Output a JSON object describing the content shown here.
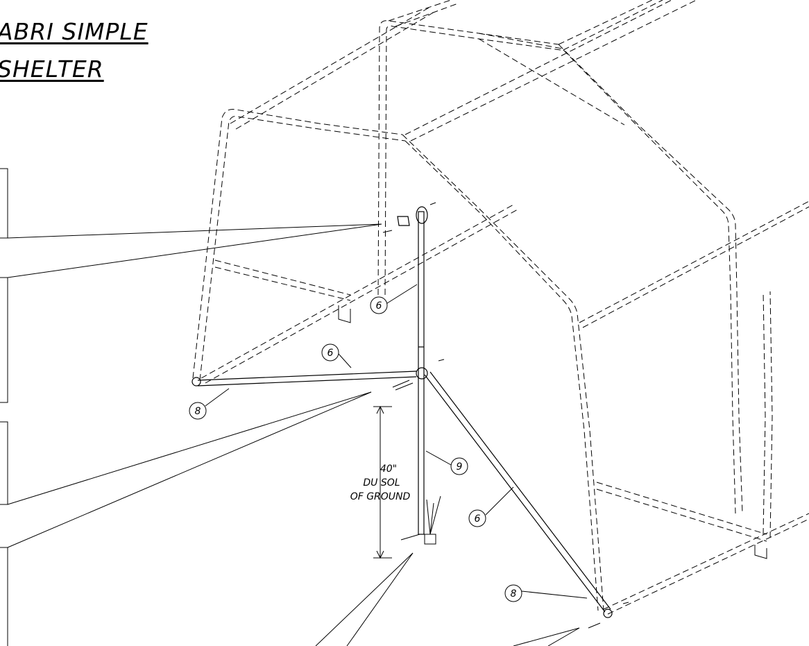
{
  "title": {
    "line1": "ABRI SIMPLE",
    "line2": "SHELTER"
  },
  "callouts": [
    {
      "label": "6"
    },
    {
      "label": "6"
    },
    {
      "label": "8"
    },
    {
      "label": "9"
    },
    {
      "label": "6"
    },
    {
      "label": "8"
    }
  ],
  "dimension": {
    "value": "40\"",
    "fr": "DU SOL",
    "en": "OF GROUND"
  }
}
